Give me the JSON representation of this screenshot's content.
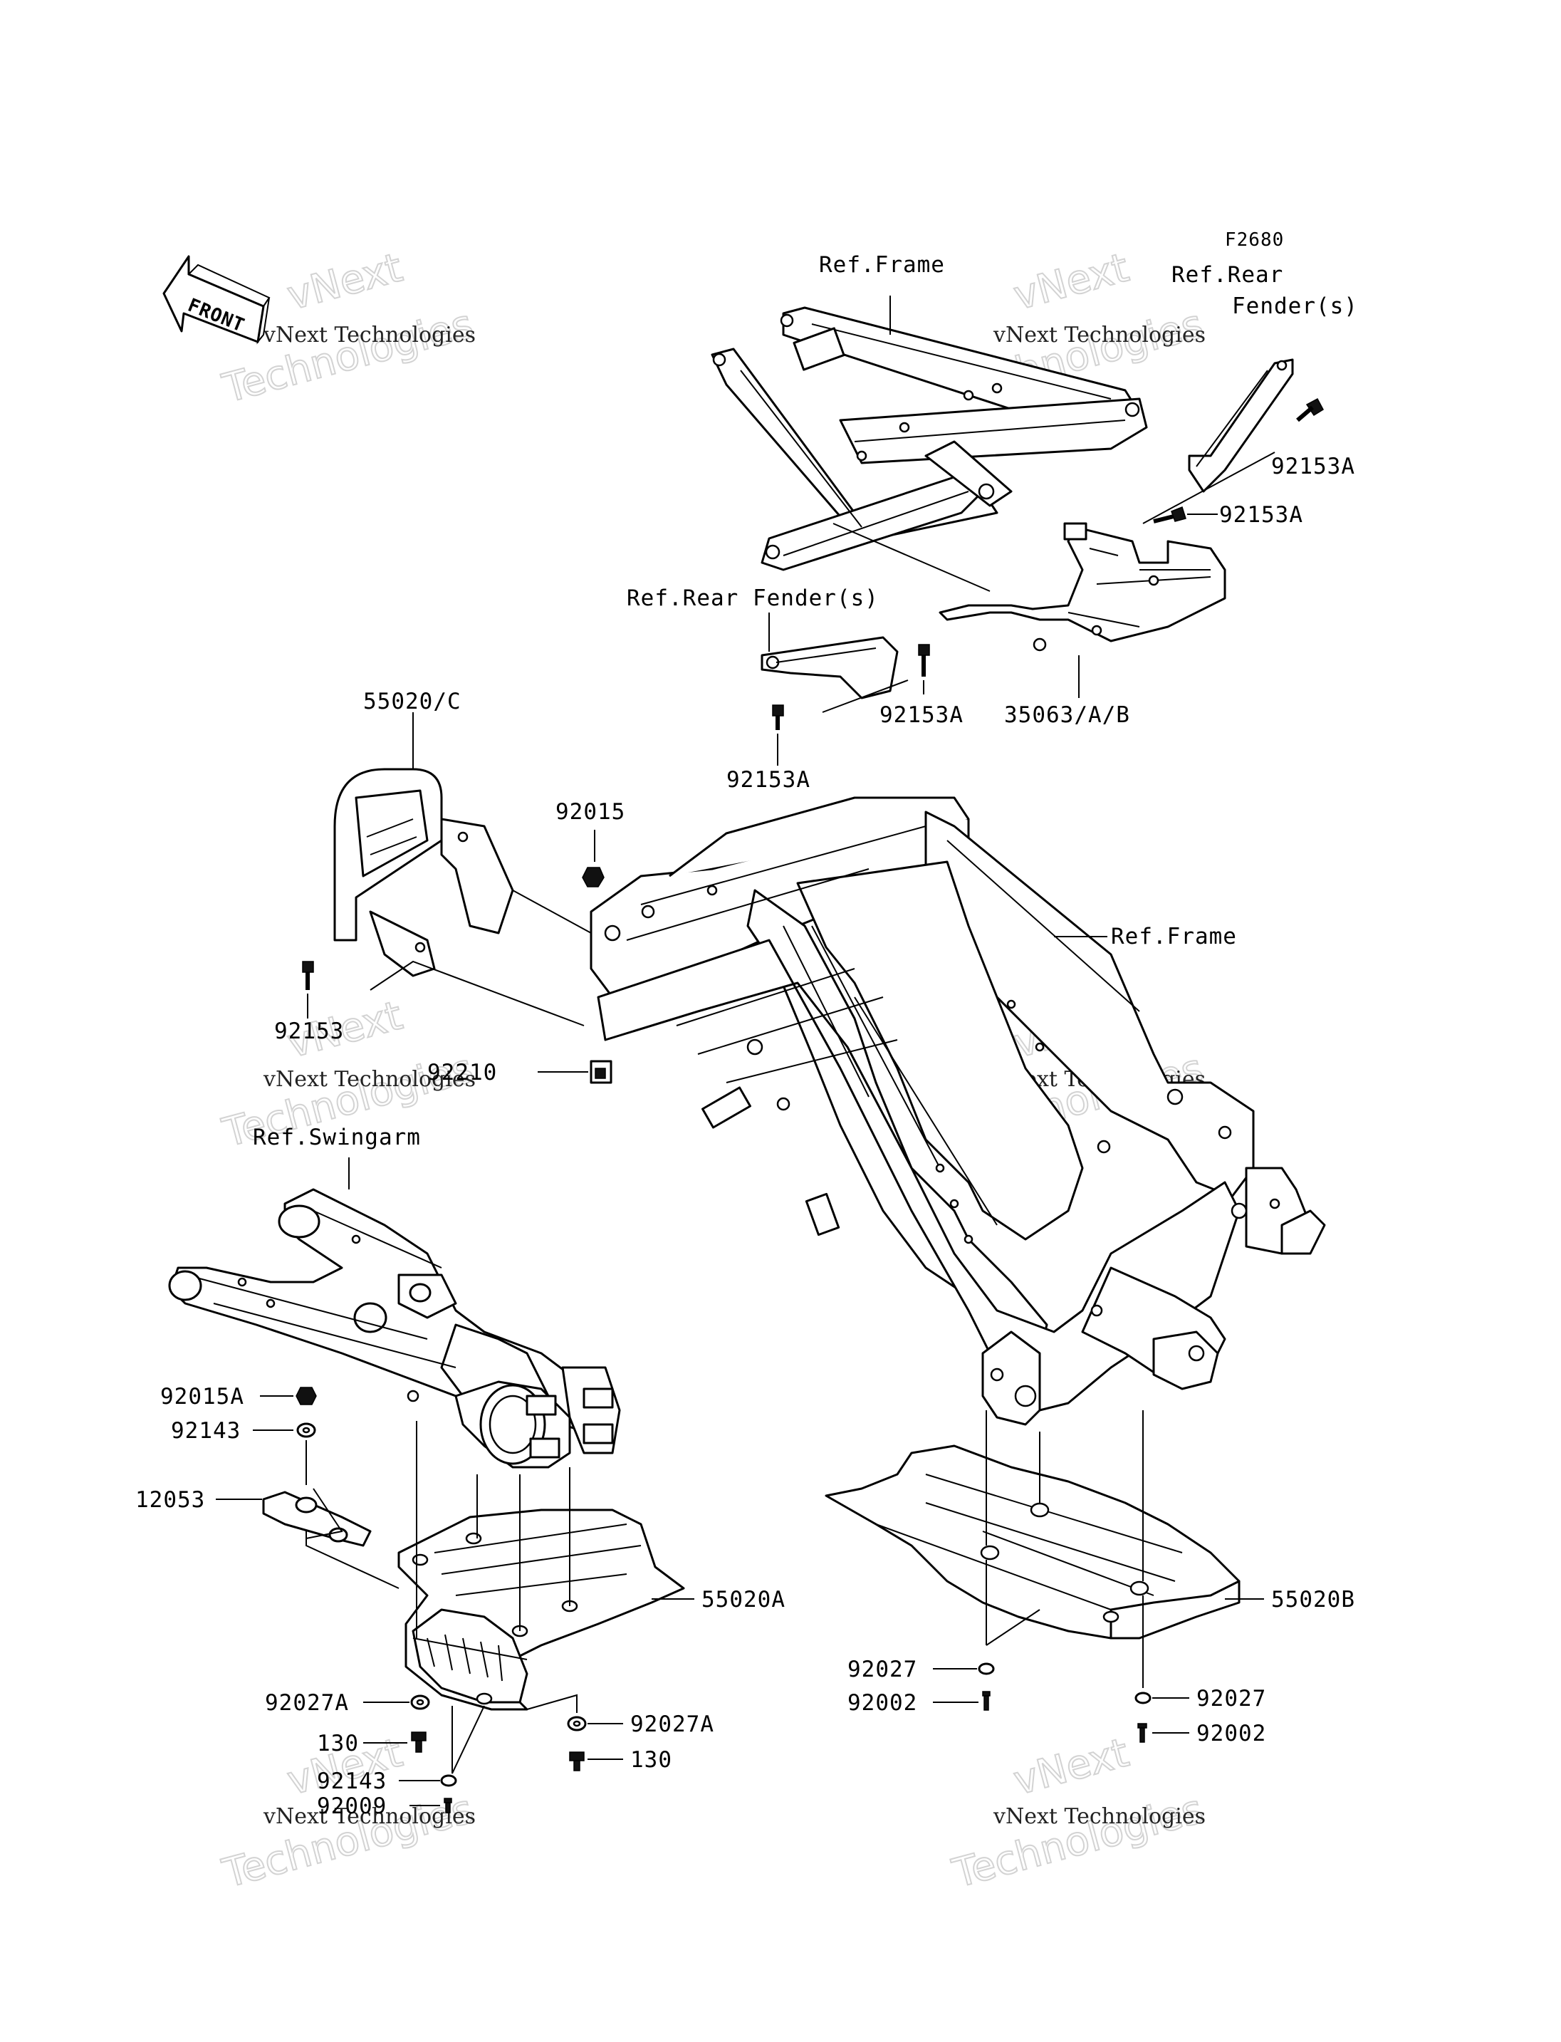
{
  "figure_code": "F2680",
  "front_arrow": {
    "label": "FRONT",
    "icon": "front-arrow-icon"
  },
  "watermark": {
    "brand": "vNext",
    "word": "Technologies",
    "full": "vNext Technologies"
  },
  "reference_labels": {
    "frame_top": "Ref.Frame",
    "rear_fender_top_line1": "Ref.Rear",
    "rear_fender_top_line2": "Fender(s)",
    "rear_fender_mid": "Ref.Rear Fender(s)",
    "frame_main": "Ref.Frame",
    "swingarm": "Ref.Swingarm"
  },
  "part_labels": {
    "p92153A_1": "92153A",
    "p92153A_2": "92153A",
    "p92153A_3": "92153A",
    "p92153A_4": "92153A",
    "p35063": "35063/A/B",
    "p55020C": "55020/C",
    "p92015": "92015",
    "p92153": "92153",
    "p92210": "92210",
    "p92015A": "92015A",
    "p92143_1": "92143",
    "p12053": "12053",
    "p55020A": "55020A",
    "p55020B": "55020B",
    "p92027_1": "92027",
    "p92002_1": "92002",
    "p92027A_1": "92027A",
    "p130_1": "130",
    "p92027A_2": "92027A",
    "p130_2": "130",
    "p92143_2": "92143",
    "p92009": "92009",
    "p92027_2": "92027",
    "p92002_2": "92002"
  }
}
